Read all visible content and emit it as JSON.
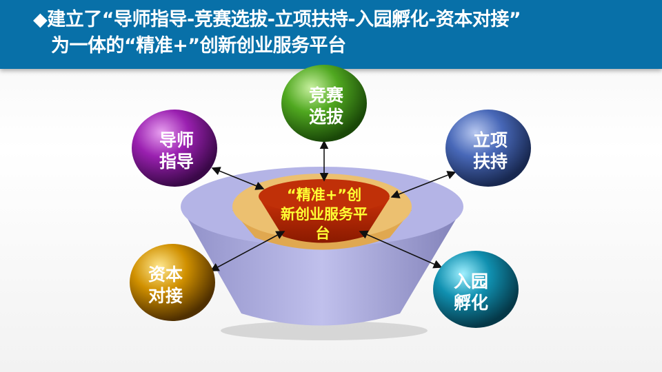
{
  "title": {
    "line1": "◆建立了“导师指导-竞赛选拔-立项扶持-入园孵化-资本对接”",
    "line2": "为一体的“精准+”创新创业服务平台"
  },
  "center": {
    "line1": "“精准+”创",
    "line2": "新创业服务平",
    "line3": "台"
  },
  "nodes": [
    {
      "id": "mentor",
      "line1": "导师",
      "line2": "指导",
      "color": "#8a1aa0"
    },
    {
      "id": "competition",
      "line1": "竞赛",
      "line2": "选拔",
      "color": "#4aa020"
    },
    {
      "id": "project",
      "line1": "立项",
      "line2": "扶持",
      "color": "#3c62b0"
    },
    {
      "id": "capital",
      "line1": "资本",
      "line2": "对接",
      "color": "#c88a00"
    },
    {
      "id": "incubation",
      "line1": "入园",
      "line2": "孵化",
      "color": "#0a8aa8"
    }
  ]
}
